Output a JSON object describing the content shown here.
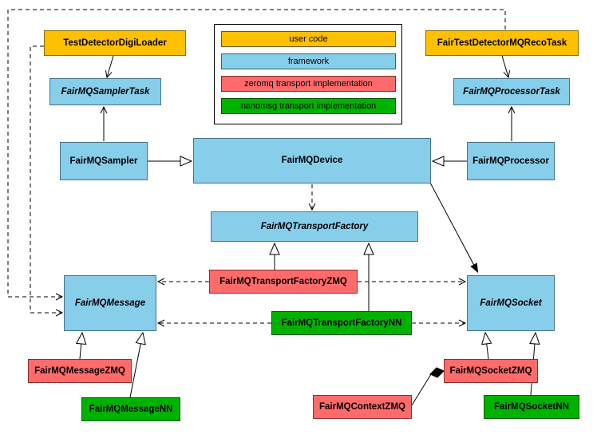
{
  "diagram": {
    "type": "uml-class-diagram",
    "colors": {
      "user_code": "#FFC000",
      "framework": "#87CEEB",
      "zeromq": "#FF6B6B",
      "nanomsg": "#00B200"
    },
    "legend": {
      "items": [
        {
          "label": "user code",
          "category": "user_code"
        },
        {
          "label": "framework",
          "category": "framework"
        },
        {
          "label": "zeromq transport implementation",
          "category": "zeromq"
        },
        {
          "label": "nanomsg transport implementation",
          "category": "nanomsg"
        }
      ]
    },
    "nodes": {
      "testDetectorDigiLoader": {
        "label": "TestDetectorDigiLoader",
        "category": "user_code",
        "abstract": false
      },
      "fairTestDetectorMQRecoTask": {
        "label": "FairTestDetectorMQRecoTask",
        "category": "user_code",
        "abstract": false
      },
      "fairMQSamplerTask": {
        "label": "FairMQSamplerTask",
        "category": "framework",
        "abstract": true
      },
      "fairMQProcessorTask": {
        "label": "FairMQProcessorTask",
        "category": "framework",
        "abstract": true
      },
      "fairMQSampler": {
        "label": "FairMQSampler",
        "category": "framework",
        "abstract": false
      },
      "fairMQDevice": {
        "label": "FairMQDevice",
        "category": "framework",
        "abstract": false
      },
      "fairMQProcessor": {
        "label": "FairMQProcessor",
        "category": "framework",
        "abstract": false
      },
      "fairMQTransportFactory": {
        "label": "FairMQTransportFactory",
        "category": "framework",
        "abstract": true
      },
      "fairMQTransportFactoryZMQ": {
        "label": "FairMQTransportFactoryZMQ",
        "category": "zeromq",
        "abstract": false
      },
      "fairMQTransportFactoryNN": {
        "label": "FairMQTransportFactoryNN",
        "category": "nanomsg",
        "abstract": false
      },
      "fairMQMessage": {
        "label": "FairMQMessage",
        "category": "framework",
        "abstract": true
      },
      "fairMQSocket": {
        "label": "FairMQSocket",
        "category": "framework",
        "abstract": true
      },
      "fairMQMessageZMQ": {
        "label": "FairMQMessageZMQ",
        "category": "zeromq",
        "abstract": false
      },
      "fairMQMessageNN": {
        "label": "FairMQMessageNN",
        "category": "nanomsg",
        "abstract": false
      },
      "fairMQSocketZMQ": {
        "label": "FairMQSocketZMQ",
        "category": "zeromq",
        "abstract": false
      },
      "fairMQSocketNN": {
        "label": "FairMQSocketNN",
        "category": "nanomsg",
        "abstract": false
      },
      "fairMQContextZMQ": {
        "label": "FairMQContextZMQ",
        "category": "zeromq",
        "abstract": false
      }
    },
    "edges": [
      {
        "from": "TestDetectorDigiLoader",
        "to": "FairMQSamplerTask",
        "type": "association"
      },
      {
        "from": "FairMQSampler",
        "to": "FairMQSamplerTask",
        "type": "association"
      },
      {
        "from": "FairTestDetectorMQRecoTask",
        "to": "FairMQProcessorTask",
        "type": "association"
      },
      {
        "from": "FairMQProcessor",
        "to": "FairMQProcessorTask",
        "type": "association"
      },
      {
        "from": "FairMQSampler",
        "to": "FairMQDevice",
        "type": "generalization"
      },
      {
        "from": "FairMQProcessor",
        "to": "FairMQDevice",
        "type": "generalization"
      },
      {
        "from": "FairMQDevice",
        "to": "FairMQTransportFactory",
        "type": "dependency"
      },
      {
        "from": "FairMQDevice",
        "to": "FairMQSocket",
        "type": "association"
      },
      {
        "from": "FairMQTransportFactoryZMQ",
        "to": "FairMQTransportFactory",
        "type": "generalization"
      },
      {
        "from": "FairMQTransportFactoryNN",
        "to": "FairMQTransportFactory",
        "type": "generalization"
      },
      {
        "from": "FairMQTransportFactoryZMQ",
        "to": "FairMQMessage",
        "type": "dependency"
      },
      {
        "from": "FairMQTransportFactoryZMQ",
        "to": "FairMQSocket",
        "type": "dependency"
      },
      {
        "from": "FairMQTransportFactoryNN",
        "to": "FairMQMessage",
        "type": "dependency"
      },
      {
        "from": "FairMQTransportFactoryNN",
        "to": "FairMQSocket",
        "type": "dependency"
      },
      {
        "from": "TestDetectorDigiLoader",
        "to": "FairMQMessage",
        "type": "dependency"
      },
      {
        "from": "FairTestDetectorMQRecoTask",
        "to": "FairMQMessage",
        "type": "dependency"
      },
      {
        "from": "FairMQMessageZMQ",
        "to": "FairMQMessage",
        "type": "generalization"
      },
      {
        "from": "FairMQMessageNN",
        "to": "FairMQMessage",
        "type": "generalization"
      },
      {
        "from": "FairMQSocketZMQ",
        "to": "FairMQSocket",
        "type": "generalization"
      },
      {
        "from": "FairMQSocketNN",
        "to": "FairMQSocket",
        "type": "generalization"
      },
      {
        "from": "FairMQContextZMQ",
        "to": "FairMQSocketZMQ",
        "type": "composition"
      }
    ]
  }
}
